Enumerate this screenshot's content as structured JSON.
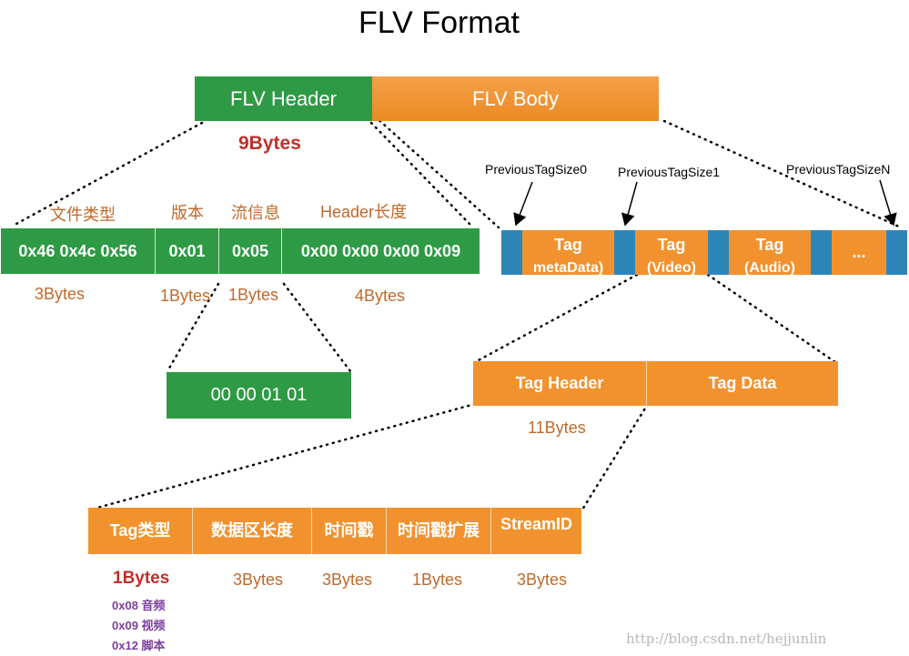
{
  "title": "FLV Format",
  "top": {
    "header": "FLV Header",
    "body": "FLV Body",
    "header_size": "9Bytes"
  },
  "header_fields": {
    "labels": [
      "文件类型",
      "版本",
      "流信息",
      "Header长度"
    ],
    "values": [
      "0x46 0x4c 0x56",
      "0x01",
      "0x05",
      "0x00 0x00 0x00 0x09"
    ],
    "sizes": [
      "3Bytes",
      "1Bytes",
      "1Bytes",
      "4Bytes"
    ]
  },
  "stream_bits": "00 00 01 01",
  "body": {
    "prev_labels": [
      "PreviousTagSize0",
      "PreviousTagSize1",
      "PreviousTagSizeN"
    ],
    "tags": [
      {
        "line1": "Tag",
        "line2": "metaData)"
      },
      {
        "line1": "Tag",
        "line2": "(Video)"
      },
      {
        "line1": "Tag",
        "line2": "(Audio)"
      }
    ],
    "ellipsis": "..."
  },
  "tag": {
    "header": "Tag Header",
    "data": "Tag Data",
    "header_size": "11Bytes"
  },
  "tag_header_fields": {
    "labels": [
      "Tag类型",
      "数据区长度",
      "时间戳",
      "时间戳扩展",
      "StreamID"
    ],
    "sizes": [
      "1Bytes",
      "3Bytes",
      "3Bytes",
      "1Bytes",
      "3Bytes"
    ]
  },
  "tag_types": [
    "0x08 音频",
    "0x09 视频",
    "0x12 脚本"
  ],
  "watermark": "http://blog.csdn.net/hejjunlin",
  "colors": {
    "green": "#2f9a45",
    "orange": "#f2922e",
    "blue": "#2e86b8",
    "red": "#c0302a",
    "purple": "#7b3f9e"
  }
}
